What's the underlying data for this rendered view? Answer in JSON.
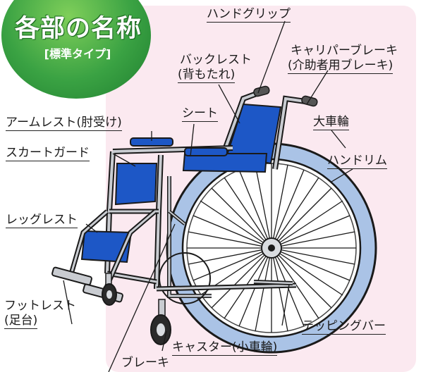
{
  "title": {
    "main": "各部の名称",
    "sub": "[標準タイプ]"
  },
  "labels": {
    "hand_grip": "ハンドグリップ",
    "backrest_1": "バックレスト",
    "backrest_2": "(背もたれ)",
    "carrier_brake_1": "キャリパーブレーキ",
    "carrier_brake_2": "(介助者用ブレーキ)",
    "seat": "シート",
    "armrest": "アームレスト(肘受け)",
    "skirt_guard": "スカートガード",
    "big_wheel": "大車輪",
    "hand_rim": "ハンドリム",
    "legrest": "レッグレスト",
    "footrest_1": "フットレスト",
    "footrest_2": "(足台)",
    "tipping_bar": "テッピングバー",
    "caster": "キャスター(小車輪)",
    "brake": "ブレーキ"
  },
  "colors": {
    "title_green": "#3aa243",
    "background_pink": "#fbe9f0",
    "seat_blue": "#1d57c6",
    "frame_silver": "#c9ccd1",
    "tire_blue": "#aac3e6"
  }
}
